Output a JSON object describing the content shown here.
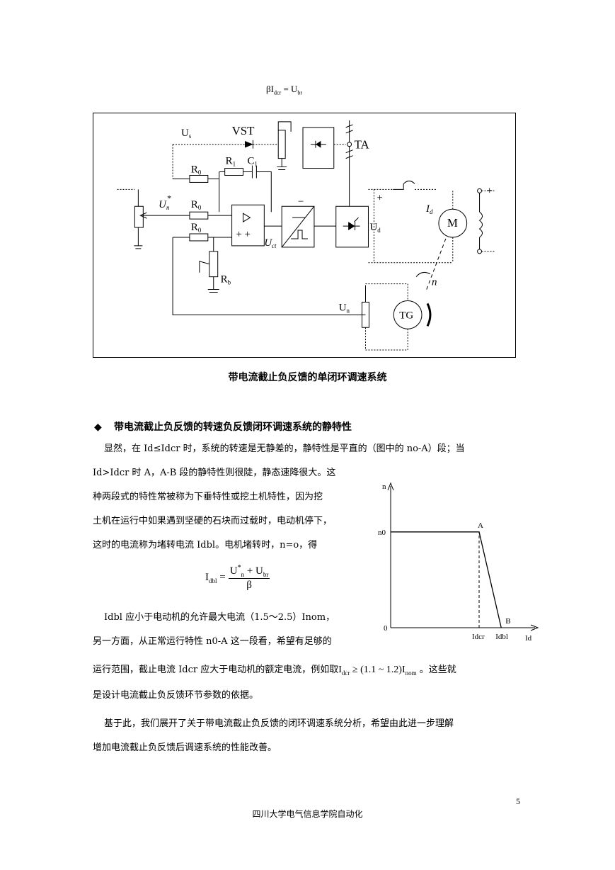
{
  "top_equation": {
    "beta": "β",
    "i": "I",
    "i_sub": "dcr",
    "eq": " = ",
    "u": "U",
    "u_sub": "br"
  },
  "circuit": {
    "labels": {
      "us": "U",
      "us_sub": "s",
      "vst": "VST",
      "ta": "TA",
      "r1": "R",
      "r1_sub": "1",
      "c1": "C",
      "c1_sub": "1",
      "r0a": "R",
      "r0a_sub": "0",
      "r0b": "R",
      "r0b_sub": "0",
      "r0c": "R",
      "r0c_sub": "0",
      "rb": "R",
      "rb_sub": "b",
      "un": "U",
      "un_sub": "n",
      "un_star": "*",
      "uc": "U",
      "uc_sub": "ct",
      "ud": "U",
      "ud_sub": "d",
      "id": "I",
      "id_sub": "d",
      "m": "M",
      "tg": "TG",
      "un2": "U",
      "un2_sub": "n",
      "n": "n",
      "plus": "+",
      "minus": "−",
      "dash": "—"
    }
  },
  "figure_caption": "带电流截止负反馈的单闭环调速系统",
  "section_title": "带电流截止负反馈的转速负反馈闭环调速系统的静特性",
  "section_bullet": "◆",
  "paragraph1": {
    "line1": "显然，在 Id≤Idcr 时，系统的转速是无静差的，静特性是平直的（图中的 no-A）段；当",
    "line2": "Id>Idcr 时 A，A-B 段的静特性则很陡，静态速降很大。这",
    "line3": "种两段式的特性常被称为下垂特性或挖土机特性，因为挖",
    "line4": "土机在运行中如果遇到坚硬的石块而过载时，电动机停下，",
    "line5": "这时的电流称为堵转电流 Idbl。电机堵转时，n=o，得"
  },
  "formula": {
    "lhs": "I",
    "lhs_sub": "dbl",
    "eq": " = ",
    "num_u": "U",
    "num_star": "*",
    "num_sub": "n",
    "num_plus": " + U",
    "num_sub2": "br",
    "den": "β"
  },
  "paragraph2": {
    "line1": "Idbl 应小于电动机的允许最大电流（1.5～2.5）Inom，",
    "line2": "另一方面，从正常运行特性 n0-A 这一段看，希望有足够的"
  },
  "paragraph3": {
    "line1_pre": "运行范围，截止电流 Idcr 应大于电动机的额定电流，例如取",
    "inline_formula": "I",
    "inline_sub": "dcr",
    "inline_rest": " ≥ (1.1 ~ 1.2)I",
    "inline_sub2": "nom",
    "line1_post": " 。这些就",
    "line2": "是设计电流截止负反馈环节参数的依据。"
  },
  "paragraph4": {
    "line1": "基于此，我们展开了关于带电流截止负反馈的闭环调速系统分析，希望由此进一步理解",
    "line2": "增加电流截止负反馈后调速系统的性能改善。"
  },
  "page_number": "5",
  "footer": "四川大学电气信息学院自动化",
  "chart_data": {
    "type": "line",
    "title": "",
    "xlabel": "Id",
    "ylabel": "n",
    "origin_label": "0",
    "y_tick_label": "n0",
    "x_tick_labels": [
      "Idcr",
      "Idbl"
    ],
    "point_labels": [
      "A",
      "B"
    ],
    "series": [
      {
        "points": [
          [
            0,
            1
          ],
          [
            1,
            1
          ],
          [
            1.25,
            0
          ]
        ]
      }
    ],
    "guides": [
      [
        1,
        0,
        1,
        1
      ]
    ],
    "xlim": [
      0,
      1.6
    ],
    "ylim": [
      0,
      1.45
    ]
  }
}
